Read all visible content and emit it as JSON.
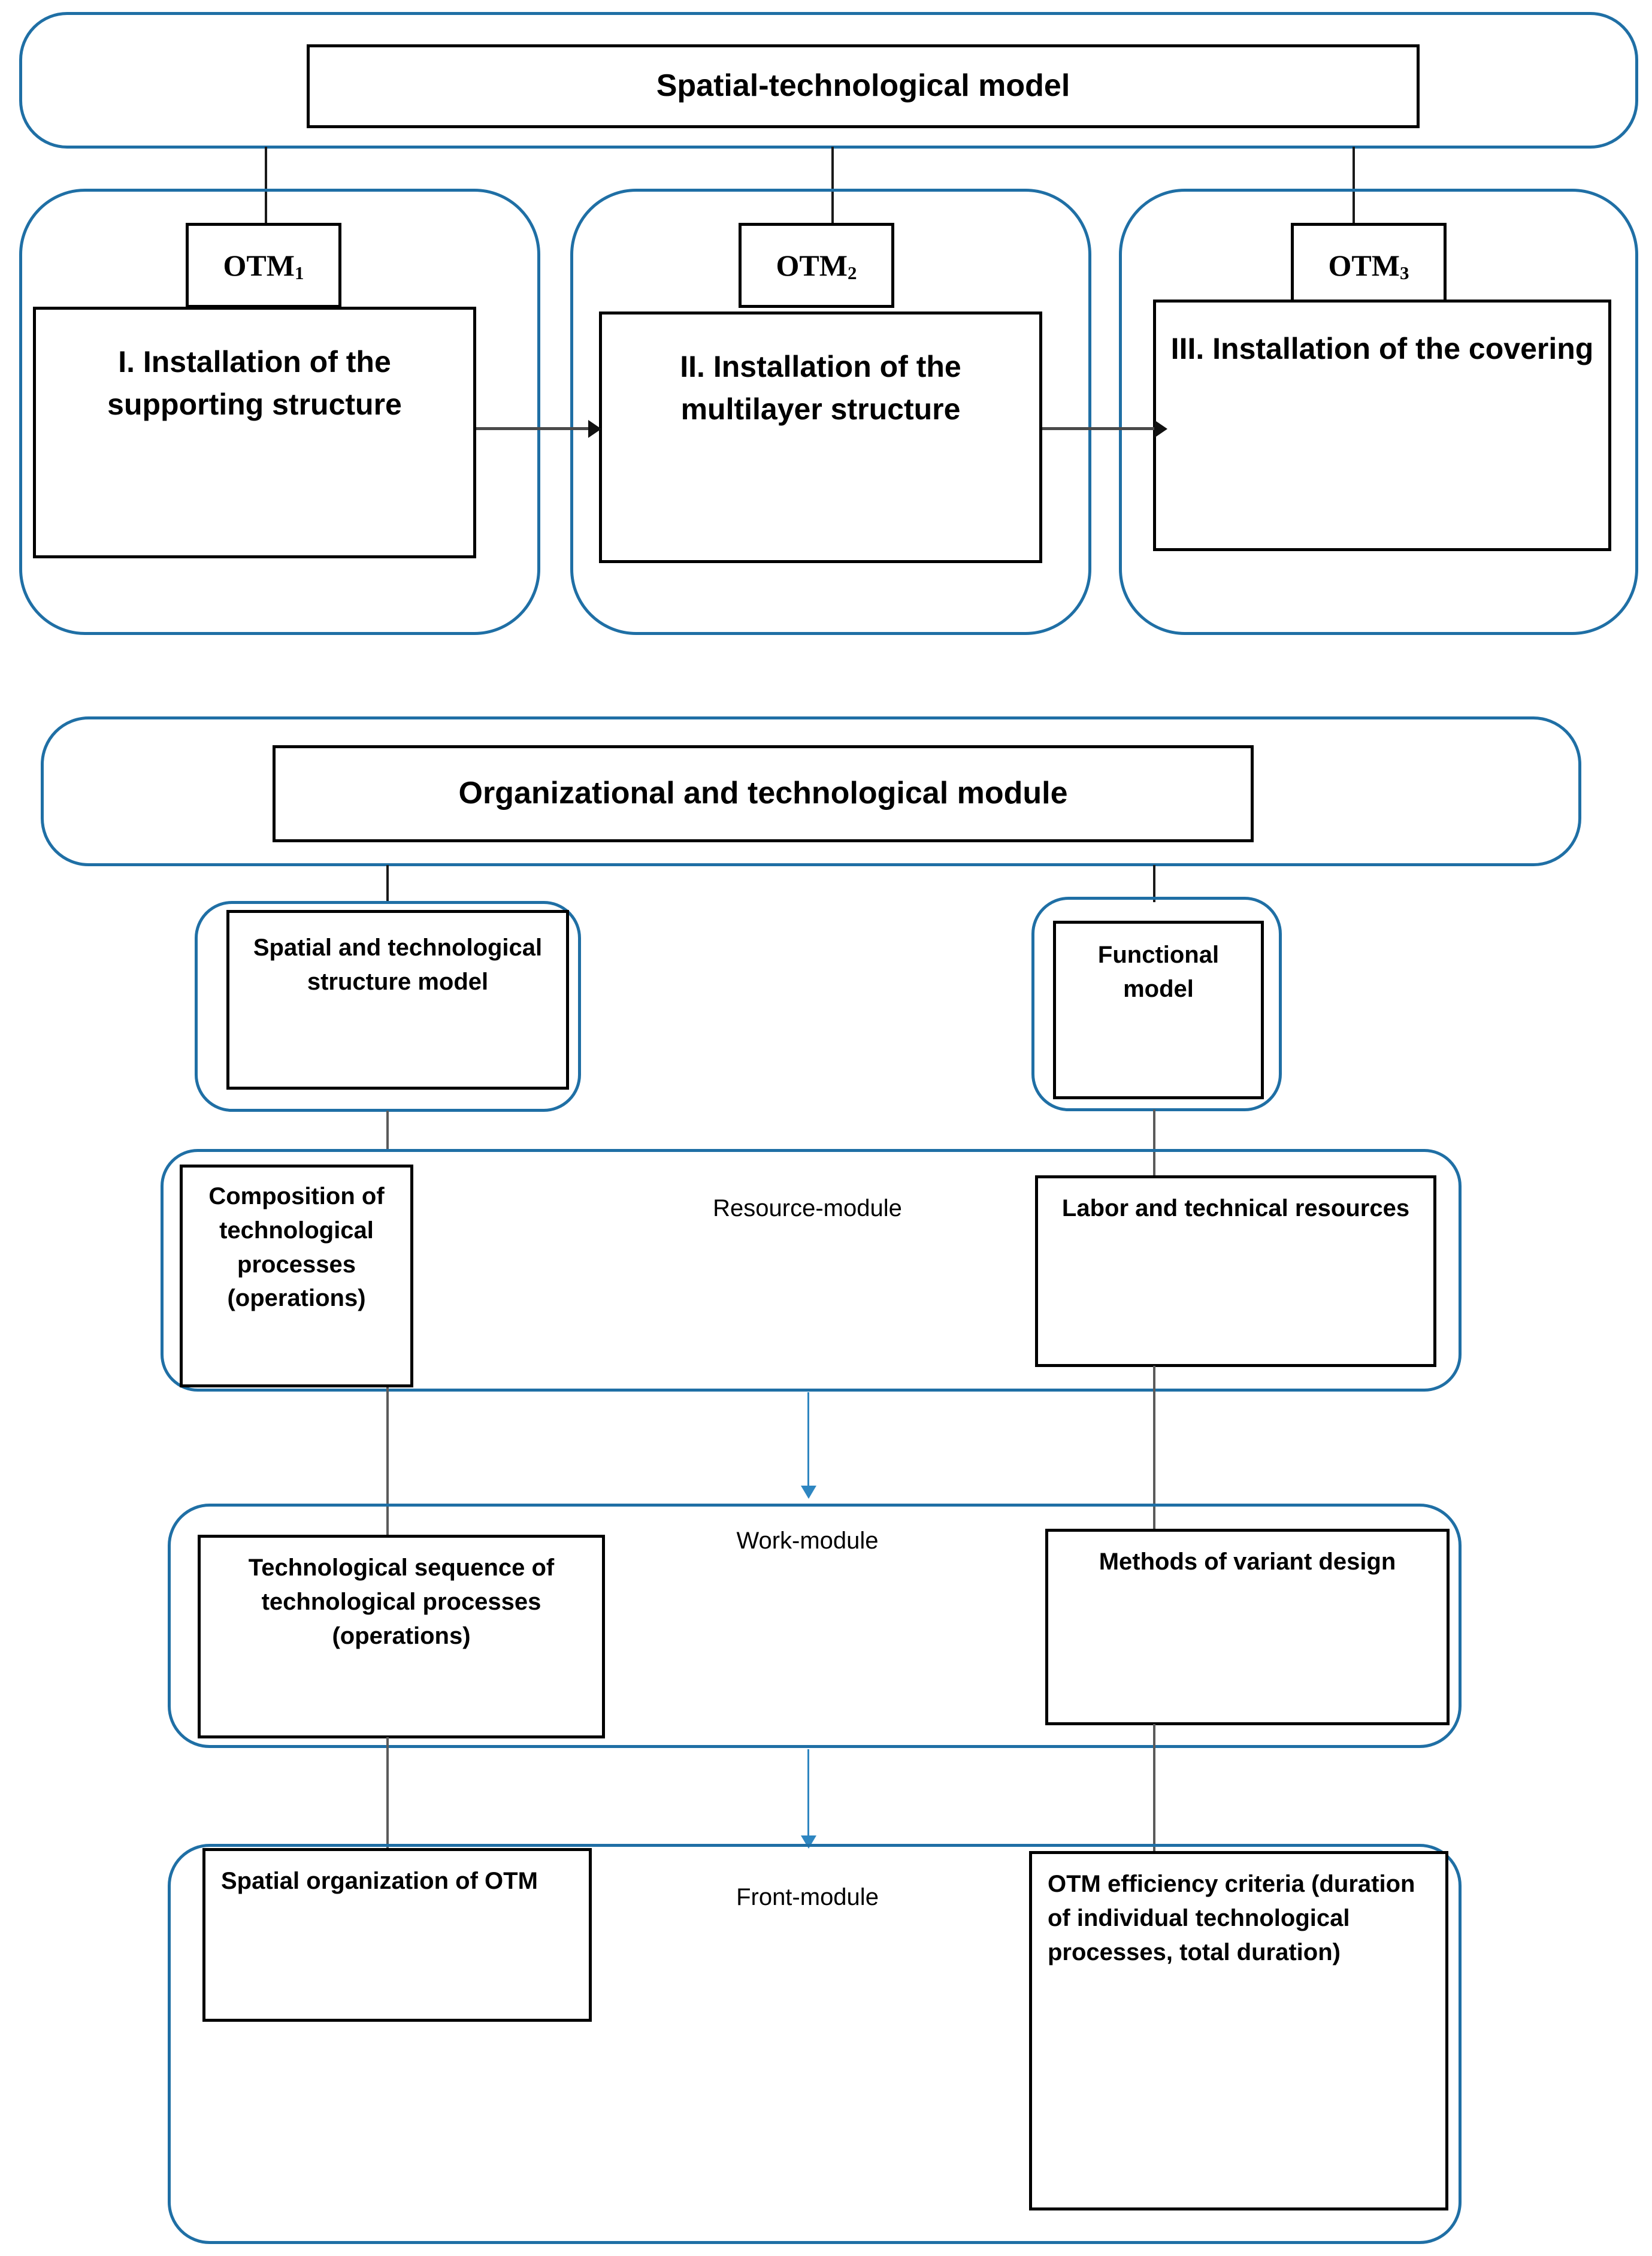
{
  "diagram": {
    "title_block": {
      "label": "Spatial-technological model"
    },
    "stages": [
      {
        "tag": "OTM",
        "tag_sub": "1",
        "label": "I. Installation of the supporting structure"
      },
      {
        "tag": "OTM",
        "tag_sub": "2",
        "label": "II. Installation of the multilayer structure"
      },
      {
        "tag": "OTM",
        "tag_sub": "3",
        "label": "III. Installation of the covering"
      }
    ],
    "module_block": {
      "label": "Organizational and technological module"
    },
    "top_models": [
      {
        "label": "Spatial and technological structure model"
      },
      {
        "label": "Functional model"
      }
    ],
    "module_rows": [
      {
        "name": "Resource-module",
        "left": "Composition of technological processes (operations)",
        "right": "Labor and technical resources"
      },
      {
        "name": "Work-module",
        "left": "Technological sequence of technological processes (operations)",
        "right": "Methods of variant design"
      },
      {
        "name": "Front-module",
        "left": "Spatial organization of OTM",
        "right": "OTM efficiency criteria (duration of individual technological processes, total duration)"
      }
    ],
    "colors": {
      "group_border": "#1F6FA5",
      "box_border": "#000000",
      "arrow_blue": "#2E86C1",
      "connector": "#4a4a4a"
    }
  }
}
